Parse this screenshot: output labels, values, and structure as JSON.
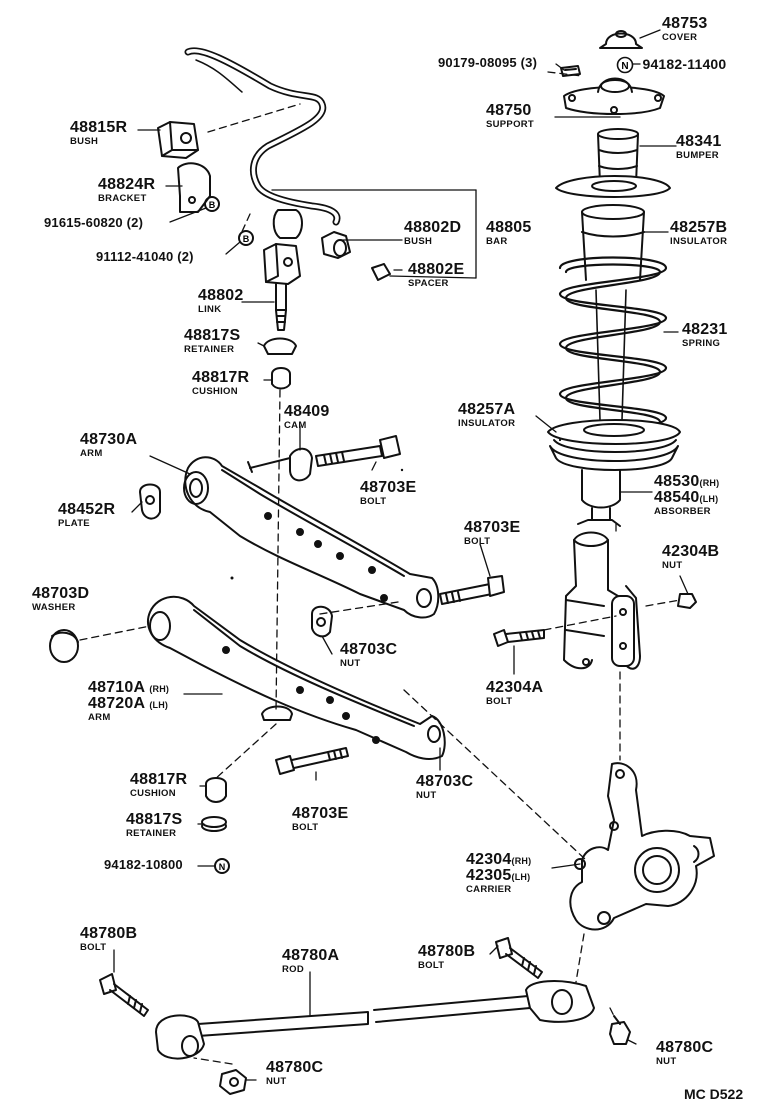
{
  "diagram_code": "MC  D522",
  "parts": {
    "cover": {
      "number": "48753",
      "name": "COVER"
    },
    "support_nut": {
      "number": "90179-08095 (3)"
    },
    "support": {
      "number": "48750",
      "name": "SUPPORT"
    },
    "nut_94182_11400": {
      "number": "94182-11400",
      "badge": "N"
    },
    "bumper": {
      "number": "48341",
      "name": "BUMPER"
    },
    "insulator_upper": {
      "number": "48257B",
      "name": "INSULATOR"
    },
    "spring": {
      "number": "48231",
      "name": "SPRING"
    },
    "insulator_lower": {
      "number": "48257A",
      "name": "INSULATOR"
    },
    "absorber": {
      "number_rh": "48530",
      "suffix_rh": "(RH)",
      "number_lh": "48540",
      "suffix_lh": "(LH)",
      "name": "ABSORBER"
    },
    "nut_42304b": {
      "number": "42304B",
      "name": "NUT"
    },
    "bolt_42304a": {
      "number": "42304A",
      "name": "BOLT"
    },
    "carrier": {
      "number_rh": "42304",
      "suffix_rh": "(RH)",
      "number_lh": "42305",
      "suffix_lh": "(LH)",
      "name": "CARRIER"
    },
    "bush_48815r": {
      "number": "48815R",
      "name": "BUSH"
    },
    "bracket": {
      "number": "48824R",
      "name": "BRACKET"
    },
    "bolt_91615": {
      "number": "91615-60820 (2)",
      "badge": "B"
    },
    "bolt_91112": {
      "number": "91112-41040 (2)",
      "badge": "B"
    },
    "bush_48802d": {
      "number": "48802D",
      "name": "BUSH"
    },
    "bar": {
      "number": "48805",
      "name": "BAR"
    },
    "spacer": {
      "number": "48802E",
      "name": "SPACER"
    },
    "link": {
      "number": "48802",
      "name": "LINK"
    },
    "retainer_upper": {
      "number": "48817S",
      "name": "RETAINER"
    },
    "cushion_upper": {
      "number": "48817R",
      "name": "CUSHION"
    },
    "cam": {
      "number": "48409",
      "name": "CAM"
    },
    "arm_48730a": {
      "number": "48730A",
      "name": "ARM"
    },
    "bolt_48703e_a": {
      "number": "48703E",
      "name": "BOLT"
    },
    "plate": {
      "number": "48452R",
      "name": "PLATE"
    },
    "bolt_48703e_b": {
      "number": "48703E",
      "name": "BOLT"
    },
    "washer": {
      "number": "48703D",
      "name": "WASHER"
    },
    "nut_48703c_a": {
      "number": "48703C",
      "name": "NUT"
    },
    "arm_48710a": {
      "number_rh": "48710A",
      "suffix_rh": "(RH)",
      "number_lh": "48720A",
      "suffix_lh": "(LH)",
      "name": "ARM"
    },
    "cushion_lower": {
      "number": "48817R",
      "name": "CUSHION"
    },
    "bolt_48703e_c": {
      "number": "48703E",
      "name": "BOLT"
    },
    "nut_48703c_b": {
      "number": "48703C",
      "name": "NUT"
    },
    "retainer_lower": {
      "number": "48817S",
      "name": "RETAINER"
    },
    "nut_94182_10800": {
      "number": "94182-10800",
      "badge": "N"
    },
    "bolt_48780b_a": {
      "number": "48780B",
      "name": "BOLT"
    },
    "rod": {
      "number": "48780A",
      "name": "ROD"
    },
    "bolt_48780b_b": {
      "number": "48780B",
      "name": "BOLT"
    },
    "nut_48780c_a": {
      "number": "48780C",
      "name": "NUT"
    },
    "nut_48780c_b": {
      "number": "48780C",
      "name": "NUT"
    }
  }
}
